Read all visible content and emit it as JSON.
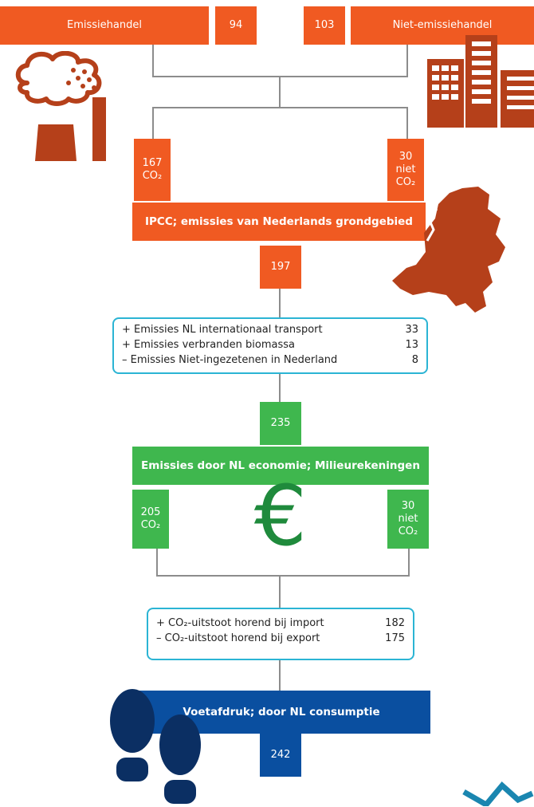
{
  "top": {
    "emissiehandel_label": "Emissiehandel",
    "emissiehandel_value": "94",
    "niet_emissiehandel_value": "103",
    "niet_emissiehandel_label": "Niet-emissiehandel"
  },
  "ipcc": {
    "co2_value": "167",
    "co2_unit": "CO₂",
    "non_co2_value": "30",
    "non_co2_prefix": "niet",
    "non_co2_unit": "CO₂",
    "title": "IPCC; emissies van Nederlands grondgebied",
    "total": "197"
  },
  "adjustments1": [
    {
      "label": "+ Emissies NL internationaal transport",
      "value": "33"
    },
    {
      "label": "+ Emissies verbranden biomassa",
      "value": "13"
    },
    {
      "label": "– Emissies Niet-ingezetenen in Nederland",
      "value": "8"
    }
  ],
  "economy": {
    "total": "235",
    "title": "Emissies door NL economie; Milieurekeningen",
    "co2_value": "205",
    "co2_unit": "CO₂",
    "non_co2_value": "30",
    "non_co2_prefix": "niet",
    "non_co2_unit": "CO₂",
    "symbol": "€"
  },
  "adjustments2": [
    {
      "label": "+ CO₂-uitstoot horend bij import",
      "value": "182"
    },
    {
      "label": "– CO₂-uitstoot horend bij export",
      "value": "175"
    }
  ],
  "footprint": {
    "title": "Voetafdruk; door NL consumptie",
    "total": "242"
  },
  "colors": {
    "orange": "#f05a22",
    "rust": "#b5401a",
    "green": "#3fb74e",
    "dark_green": "#1f8a3c",
    "blue": "#0a4fa0",
    "navy": "#0b2f63",
    "cyan": "#2bb4d4"
  }
}
